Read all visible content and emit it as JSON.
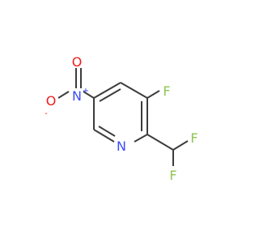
{
  "molecule": {
    "atoms": {
      "fluorine_ring": "F",
      "fluorine_chf2_right": "F",
      "fluorine_chf2_bottom": "F",
      "ring_nitrogen": "N",
      "nitro_nitrogen": "N",
      "nitro_oxygen_top": "O",
      "nitro_oxygen_left": "O"
    },
    "charges": {
      "nitro_nitrogen": "+",
      "nitro_oxygen_left": "-"
    },
    "colors": {
      "bond": "#3c3c3c",
      "fluorine": "#8ec550",
      "nitrogen": "#3b4cf6",
      "oxygen": "#f01c1c"
    }
  }
}
